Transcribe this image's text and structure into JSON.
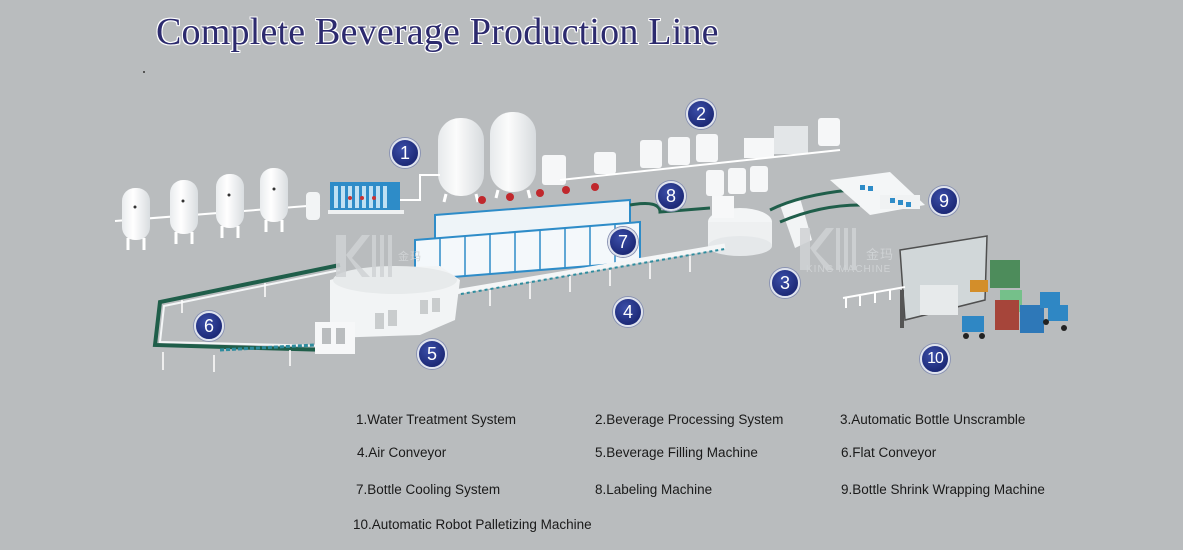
{
  "title": "Complete Beverage Production Line",
  "watermark": {
    "brand_en": "KING MACHINE",
    "brand_cn": "金玛"
  },
  "badges": [
    {
      "number": "1",
      "refers_to": "Water Treatment System"
    },
    {
      "number": "2",
      "refers_to": "Beverage Processing System"
    },
    {
      "number": "3",
      "refers_to": "Automatic Bottle Unscramble"
    },
    {
      "number": "4",
      "refers_to": "Air Conveyor"
    },
    {
      "number": "5",
      "refers_to": "Beverage Filling Machine"
    },
    {
      "number": "6",
      "refers_to": "Flat Conveyor"
    },
    {
      "number": "7",
      "refers_to": "Bottle Cooling System"
    },
    {
      "number": "8",
      "refers_to": "Labeling Machine"
    },
    {
      "number": "9",
      "refers_to": "Bottle Shrink Wrapping Machine"
    },
    {
      "number": "10",
      "refers_to": "Automatic Robot Palletizing Machine"
    }
  ],
  "legend": [
    "1.Water Treatment System",
    "2.Beverage Processing System",
    "3.Automatic Bottle Unscramble",
    "4.Air Conveyor",
    "5.Beverage Filling Machine",
    "6.Flat Conveyor",
    "7.Bottle Cooling System",
    "8.Labeling Machine",
    "9.Bottle Shrink Wrapping Machine",
    "10.Automatic Robot Palletizing Machine"
  ],
  "colors": {
    "background": "#b9bcbe",
    "title": "#2c2a6e",
    "badge": "#1d2a78",
    "equipment": "#ffffff",
    "accent_blue": "#2e8cc8",
    "conveyor_green": "#1f5e4a"
  }
}
